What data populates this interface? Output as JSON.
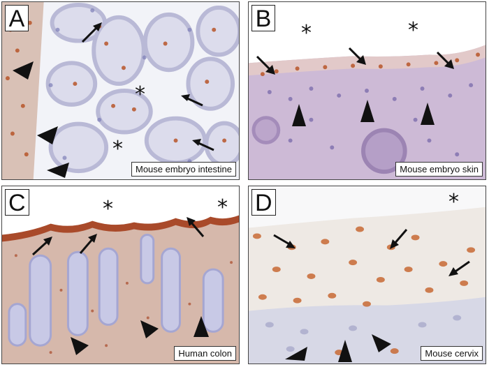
{
  "colors": {
    "brown_nuclei": "#b8562a",
    "blue_nuclei": "#7e7fb8",
    "tissue_background_light": "#ecedf4",
    "skin_tissue": "#cdbad6",
    "colon_tissue": "#c9a79a",
    "cervix_tissue": "#eee9e4",
    "lumen": "#f7f8fb"
  },
  "icons": {
    "arrow": "black-arrow-icon",
    "arrowhead": "black-triangle-arrowhead-icon",
    "asterisk": "asterisk-icon"
  },
  "panels": [
    {
      "id": "A",
      "label": "A",
      "caption": "Mouse embryo intestine",
      "asterisk": "*",
      "arrow_count": 3,
      "arrowhead_count": 3,
      "asterisk_count": 2
    },
    {
      "id": "B",
      "label": "B",
      "caption": "Mouse embryo skin",
      "asterisk": "*",
      "arrow_count": 3,
      "arrowhead_count": 3,
      "asterisk_count": 2
    },
    {
      "id": "C",
      "label": "C",
      "caption": "Human colon",
      "asterisk": "*",
      "arrow_count": 3,
      "arrowhead_count": 3,
      "asterisk_count": 2
    },
    {
      "id": "D",
      "label": "D",
      "caption": "Mouse cervix",
      "asterisk": "*",
      "arrow_count": 3,
      "arrowhead_count": 3,
      "asterisk_count": 1
    }
  ]
}
